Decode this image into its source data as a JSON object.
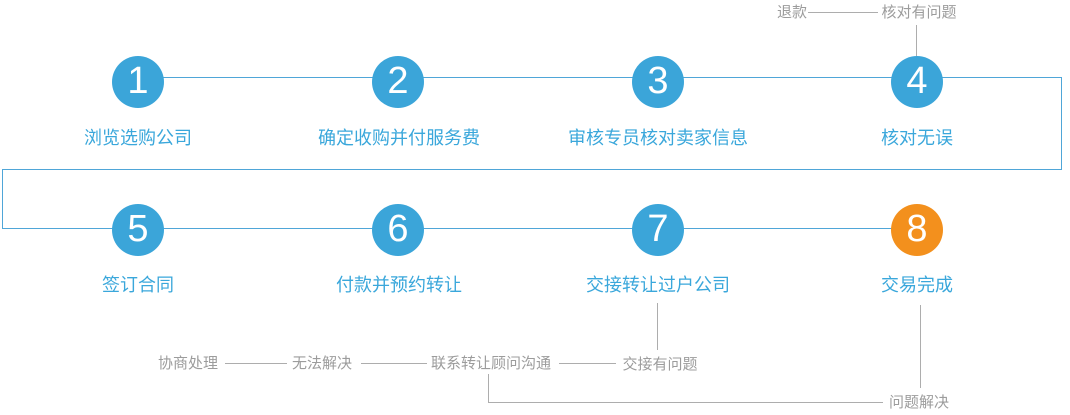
{
  "diagram": {
    "type": "process-flow",
    "rows": 2,
    "steps_per_row": 4
  },
  "steps": [
    {
      "num": "1",
      "label": "浏览选购公司",
      "state": "normal"
    },
    {
      "num": "2",
      "label": "确定收购并付服务费",
      "state": "normal"
    },
    {
      "num": "3",
      "label": "审核专员核对卖家信息",
      "state": "normal"
    },
    {
      "num": "4",
      "label": "核对无误",
      "state": "normal"
    },
    {
      "num": "5",
      "label": "签订合同",
      "state": "normal"
    },
    {
      "num": "6",
      "label": "付款并预约转让",
      "state": "normal"
    },
    {
      "num": "7",
      "label": "交接转让过户公司",
      "state": "normal"
    },
    {
      "num": "8",
      "label": "交易完成",
      "state": "final"
    }
  ],
  "branches": {
    "top": {
      "refund": "退款",
      "check_issue": "核对有问题"
    },
    "bottom": {
      "negotiate": "协商处理",
      "unsolved": "无法解决",
      "contact_advisor": "联系转让顾问沟通",
      "handover_issue": "交接有问题",
      "solved": "问题解决"
    }
  },
  "colors": {
    "step_circle_blue": "#3ba5d9",
    "step_circle_orange": "#f3901d",
    "connector_blue": "#4fa6d8",
    "step_label_blue": "#3aa7db",
    "branch_text_grey": "#9c9c9c",
    "branch_line_grey": "#adadad",
    "background": "#ffffff"
  }
}
